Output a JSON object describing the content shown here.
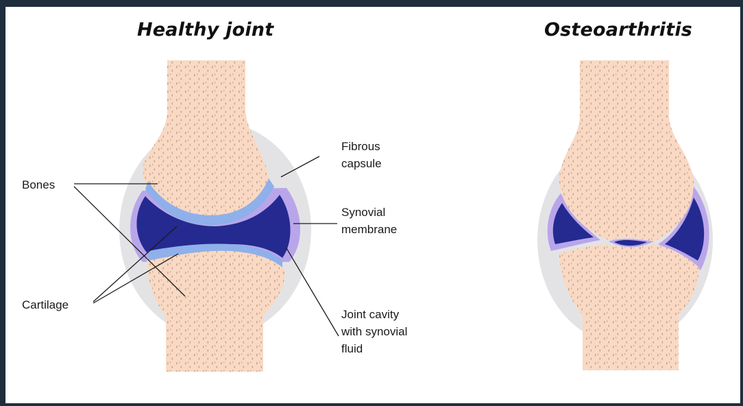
{
  "titles": {
    "healthy": "Healthy joint",
    "osteoarthritis": "Osteoarthritis"
  },
  "labels": {
    "bones": "Bones",
    "cartilage": "Cartilage",
    "fibrous_capsule": [
      "Fibrous",
      "capsule"
    ],
    "synovial_membrane": [
      "Synovial",
      "membrane"
    ],
    "joint_cavity": [
      "Joint cavity",
      "with synovial",
      "fluid"
    ]
  },
  "colors": {
    "background_border": "#1f2d3d",
    "bone": "#f9d9c3",
    "bone_texture": "#c2a592",
    "capsule": "#e3e3e6",
    "synovial_membrane": "#b9a6ea",
    "cartilage": "#8fb0ea",
    "synovial_fluid": "#242a8f",
    "leader_line": "#1a1a1a"
  }
}
